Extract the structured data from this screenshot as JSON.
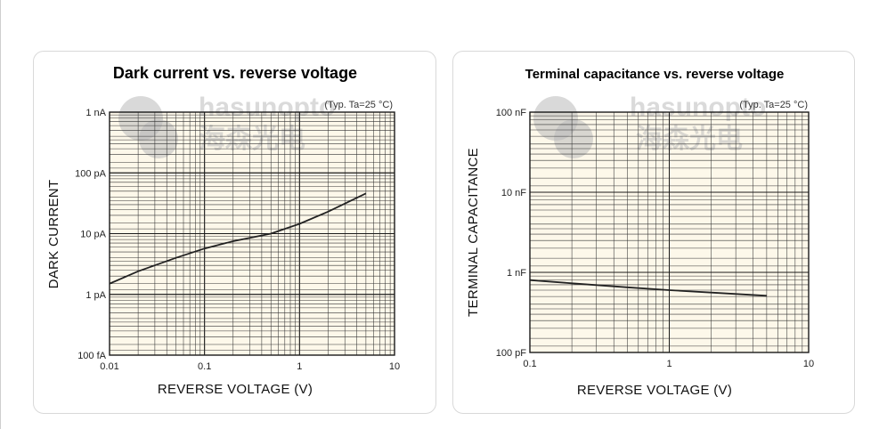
{
  "watermark": {
    "brand": "hasunopto",
    "cn": "海森光电"
  },
  "chart_data": [
    {
      "type": "line",
      "title": "Dark current vs. reverse voltage",
      "note": "(Typ. Ta=25 °C)",
      "xlabel": "REVERSE VOLTAGE (V)",
      "ylabel": "DARK CURRENT",
      "x_scale": "log",
      "y_scale": "log",
      "xlim": [
        0.01,
        10
      ],
      "ylim_A": [
        1e-13,
        1e-09
      ],
      "x_ticks": [
        {
          "v": 0.01,
          "label": "0.01"
        },
        {
          "v": 0.1,
          "label": "0.1"
        },
        {
          "v": 1,
          "label": "1"
        },
        {
          "v": 10,
          "label": "10"
        }
      ],
      "y_ticks": [
        {
          "v": 1e-09,
          "label": "1 nA"
        },
        {
          "v": 1e-10,
          "label": "100 pA"
        },
        {
          "v": 1e-11,
          "label": "10 pA"
        },
        {
          "v": 1e-12,
          "label": "1 pA"
        },
        {
          "v": 1e-13,
          "label": "100 fA"
        }
      ],
      "grid": true,
      "series": [
        {
          "x": [
            0.01,
            0.02,
            0.05,
            0.1,
            0.2,
            0.5,
            1,
            2,
            5
          ],
          "y_A": [
            1.5e-12,
            2.4e-12,
            4e-12,
            5.7e-12,
            7.5e-12,
            1e-11,
            1.45e-11,
            2.3e-11,
            4.6e-11
          ]
        }
      ]
    },
    {
      "type": "line",
      "title": "Terminal capacitance vs. reverse voltage",
      "note": "(Typ. Ta=25 °C)",
      "xlabel": "REVERSE VOLTAGE (V)",
      "ylabel": "TERMINAL CAPACITANCE",
      "x_scale": "log",
      "y_scale": "log",
      "xlim": [
        0.1,
        10
      ],
      "ylim_F": [
        1e-10,
        1e-07
      ],
      "x_ticks": [
        {
          "v": 0.1,
          "label": "0.1"
        },
        {
          "v": 1,
          "label": "1"
        },
        {
          "v": 10,
          "label": "10"
        }
      ],
      "y_ticks": [
        {
          "v": 1e-07,
          "label": "100 nF"
        },
        {
          "v": 1e-08,
          "label": "10 nF"
        },
        {
          "v": 1e-09,
          "label": "1 nF"
        },
        {
          "v": 1e-10,
          "label": "100 pF"
        }
      ],
      "grid": true,
      "series": [
        {
          "x": [
            0.1,
            0.2,
            0.5,
            1,
            2,
            5
          ],
          "y_F": [
            8e-10,
            7.3e-10,
            6.5e-10,
            6e-10,
            5.6e-10,
            5.1e-10
          ]
        }
      ]
    }
  ]
}
